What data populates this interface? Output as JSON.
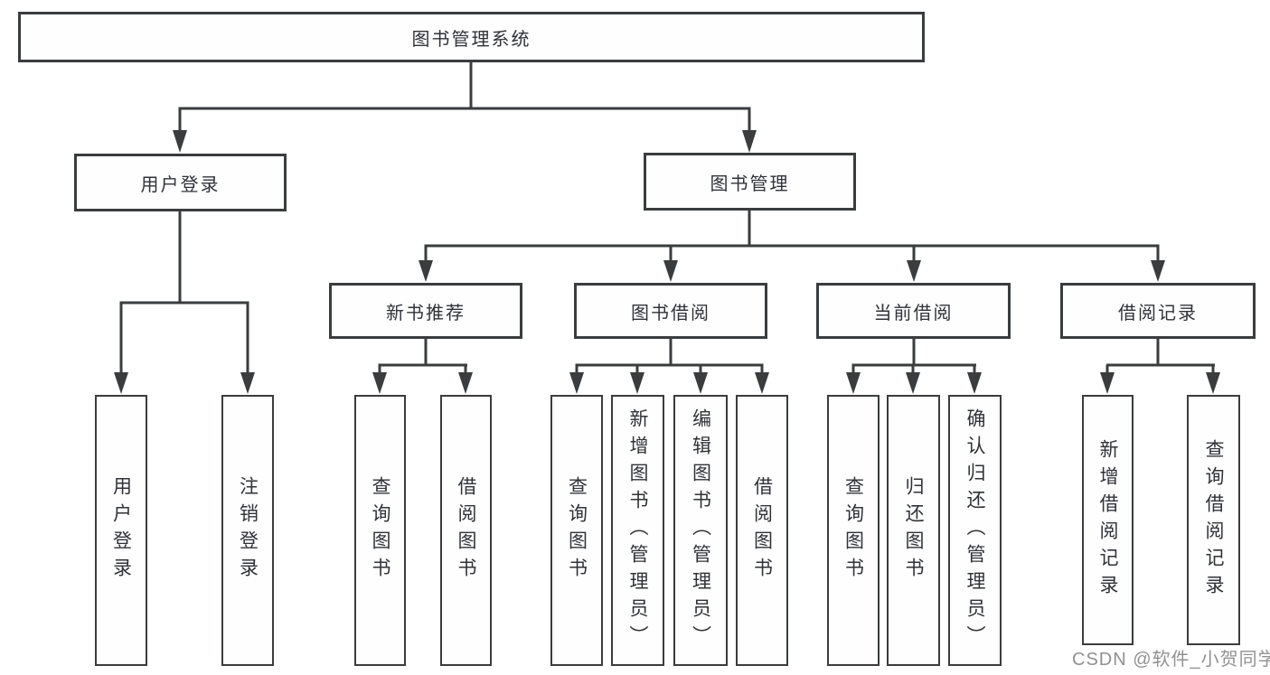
{
  "diagram": {
    "title_node": "图书管理系统",
    "level2": {
      "user_login": "用户登录",
      "book_management": "图书管理"
    },
    "level3": {
      "new_book_recommend": "新书推荐",
      "book_borrow": "图书借阅",
      "current_borrow": "当前借阅",
      "borrow_record": "借阅记录"
    },
    "leaves": {
      "user_login_group": [
        "用户登录",
        "注销登录"
      ],
      "new_book_group": [
        "查询图书",
        "借阅图书"
      ],
      "book_borrow_group": [
        "查询图书",
        "新增图书（管理员）",
        "编辑图书（管理员）",
        "借阅图书"
      ],
      "current_borrow_group": [
        "查询图书",
        "归还图书",
        "确认归还（管理员）"
      ],
      "borrow_record_group": [
        "新增借阅记录",
        "查询借阅记录"
      ]
    }
  },
  "watermark": {
    "text": "CSDN @软件_小贺同学",
    "color": "#919191"
  },
  "colors": {
    "line": "#3a3c3e",
    "text": "#303238",
    "background": "#ffffff",
    "box_fill": "#fefefe"
  }
}
